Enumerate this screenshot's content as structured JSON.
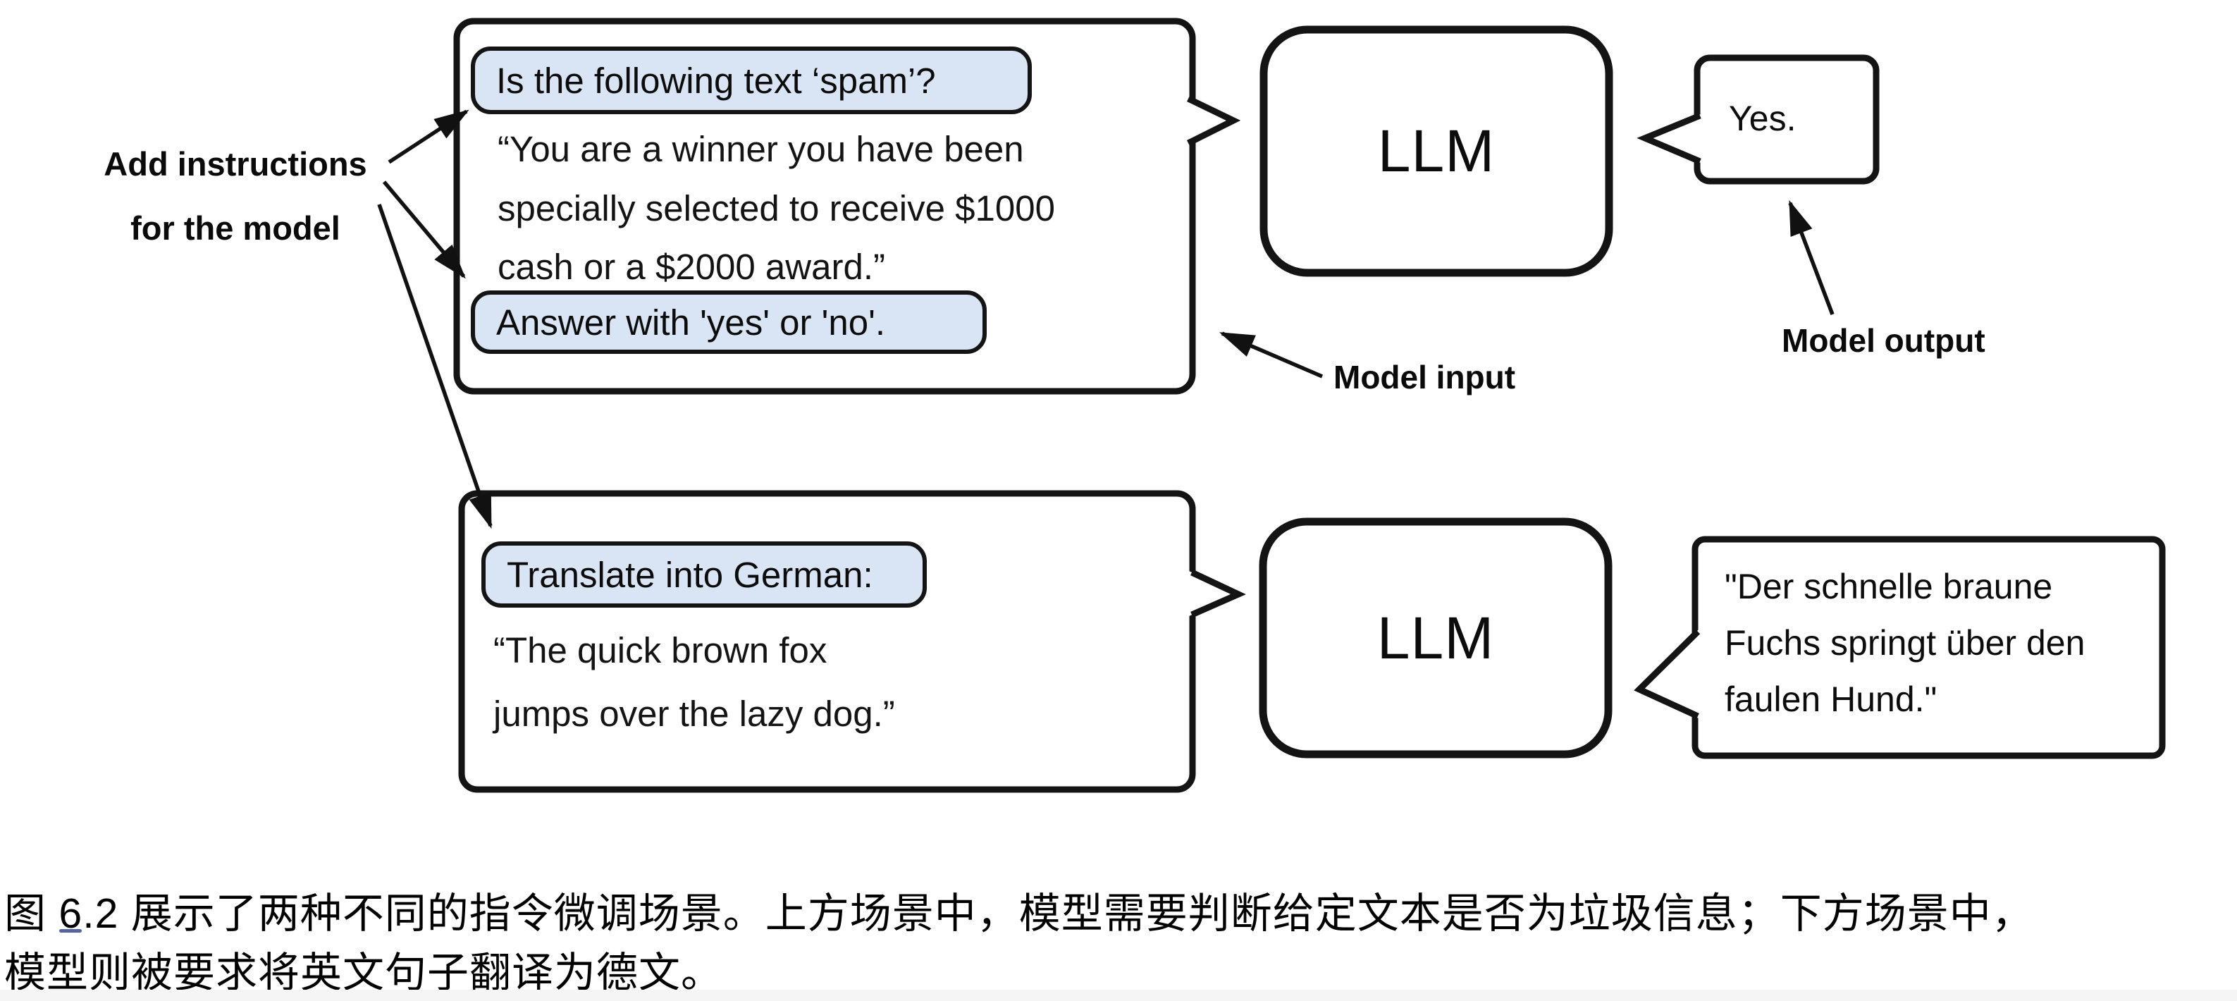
{
  "diagram": {
    "annotations": {
      "add_instructions_line1": "Add instructions",
      "add_instructions_line2": "for the model",
      "model_input": "Model input",
      "model_output": "Model output"
    },
    "spam_scenario": {
      "instruction_1": "Is the following text ‘spam’?",
      "body_line1": "“You are a winner you have been",
      "body_line2": "specially selected to receive $1000",
      "body_line3": "cash or a $2000 award.”",
      "instruction_2": "Answer with 'yes' or 'no'.",
      "model_label": "LLM",
      "output": "Yes."
    },
    "translation_scenario": {
      "instruction": "Translate into German:",
      "body_line1": "“The quick brown fox",
      "body_line2": "jumps over the lazy dog.”",
      "model_label": "LLM",
      "output_line1": "\"Der schnelle braune",
      "output_line2": "Fuchs springt über den",
      "output_line3": "faulen Hund.\""
    },
    "colors": {
      "highlight_fill": "#d9e5f4",
      "stroke": "#141414",
      "background": "#ffffff"
    }
  },
  "caption": {
    "line1": "图 6.2 展示了两种不同的指令微调场景。上方场景中，模型需要判断给定文本是否为垃圾信息；下方场景中，",
    "line2": "模型则被要求将英文句子翻译为德文。"
  }
}
